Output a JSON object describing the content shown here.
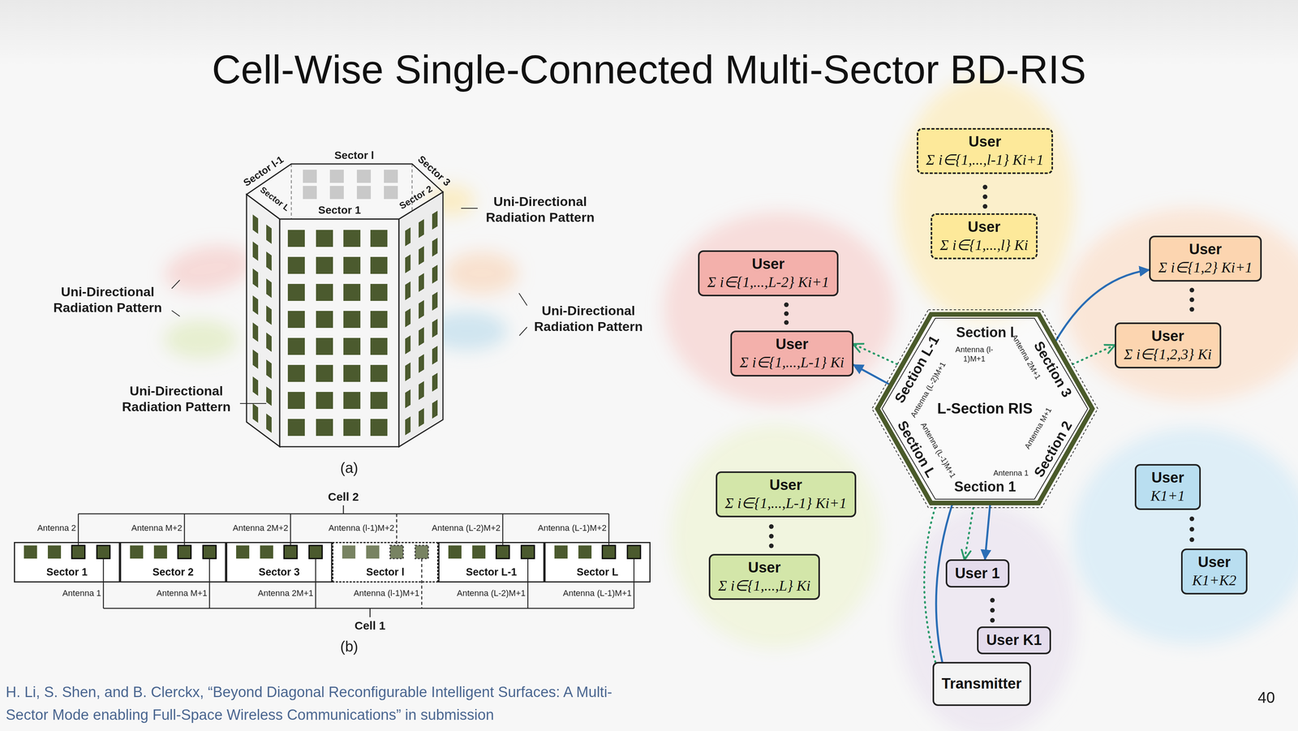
{
  "diagram": {
    "title": "Cell-Wise Single-Connected Multi-Sector BD-RIS",
    "nodes": [
      {
        "text": [
          "Sector 1"
        ]
      },
      {
        "text": [
          "Sector 2"
        ]
      },
      {
        "text": [
          "Sector 3"
        ]
      },
      {
        "text": [
          "Sector l"
        ]
      },
      {
        "text": [
          "Sector L-1"
        ]
      },
      {
        "text": [
          "Sector L"
        ]
      },
      {
        "text": [
          "L-Section RIS"
        ]
      },
      {
        "text": [
          "User",
          "Σ i∈{1,...,l-1} Ki+1"
        ]
      },
      {
        "text": [
          "User",
          "Σ i∈{1,...,l} Ki"
        ]
      },
      {
        "text": [
          "User",
          "Σ i∈{1,2} Ki+1"
        ]
      },
      {
        "text": [
          "User",
          "Σ i∈{1,2,3} Ki"
        ]
      },
      {
        "text": [
          "User",
          "Σ i∈{1,...,L-2} Ki+1"
        ]
      },
      {
        "text": [
          "User",
          "Σ i∈{1,...,L-1} Ki"
        ]
      },
      {
        "text": [
          "User",
          "Σ i∈{1,...,L-1} Ki+1"
        ]
      },
      {
        "text": [
          "User",
          "Σ i∈{1,...,L} Ki"
        ]
      },
      {
        "text": [
          "User",
          "K1+1"
        ]
      },
      {
        "text": [
          "User",
          "K1+K2"
        ]
      },
      {
        "text": [
          "User 1"
        ]
      },
      {
        "text": [
          "User K1"
        ]
      },
      {
        "text": [
          "Transmitter"
        ]
      }
    ],
    "edges": [
      {
        "from": 19,
        "to": 6,
        "arrow": "none"
      },
      {
        "from": 6,
        "to": 17,
        "arrow": "to"
      },
      {
        "from": 6,
        "to": 12,
        "arrow": "to"
      },
      {
        "from": 6,
        "to": 9,
        "arrow": "to"
      },
      {
        "from": 19,
        "to": 6,
        "arrow": "none"
      },
      {
        "from": 6,
        "to": 17,
        "arrow": "to"
      },
      {
        "from": 6,
        "to": 12,
        "arrow": "to"
      },
      {
        "from": 6,
        "to": 10,
        "arrow": "to"
      }
    ],
    "labels": [
      "Sector l-1",
      "Sector l",
      "Sector 3",
      "Sector L",
      "Sector 1",
      "Sector 2",
      "Uni-Directional Radiation Pattern",
      "Uni-Directional Radiation Pattern",
      "Uni-Directional Radiation Pattern",
      "Uni-Directional Radiation Pattern",
      "(a)",
      "Cell 2",
      "Antenna 2",
      "Antenna M+2",
      "Antenna 2M+2",
      "Antenna (l-1)M+2",
      "Antenna (L-2)M+2",
      "Antenna (L-1)M+2",
      "Antenna 1",
      "Antenna M+1",
      "Antenna 2M+1",
      "Antenna (l-1)M+1",
      "Antenna (L-2)M+1",
      "Antenna (L-1)M+1",
      "Cell 1",
      "(b)",
      "Section l",
      "Section 3",
      "Section 2",
      "Section 1",
      "Section L",
      "Section L-1",
      "Antenna (l-1)M+1",
      "Antenna 2M+1",
      "Antenna M+1",
      "Antenna 1",
      "Antenna (L-1)M+1",
      "Antenna (L-2)M+1",
      "H. Li, S. Shen, and B. Clerckx, “Beyond Diagonal Reconfigurable Intelligent Surfaces: A Multi-Sector Mode enabling Full-Space Wireless Communications” in submission",
      "40"
    ]
  }
}
